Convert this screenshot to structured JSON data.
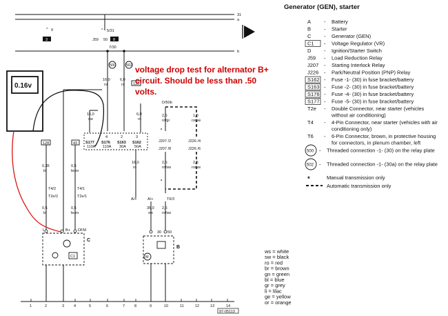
{
  "title": "Generator (GEN), starter",
  "annotation": [
    "voltage drop test for alternator B+",
    "circuit. Should be less than .50",
    "volts."
  ],
  "meter": {
    "reading": "0.16v"
  },
  "colors": {
    "annotation": "#cc0000",
    "ink": "#111111",
    "probe": "#dd1111"
  },
  "legend": [
    {
      "code": "A",
      "desc": [
        "Battery"
      ]
    },
    {
      "code": "B",
      "desc": [
        "Starter"
      ]
    },
    {
      "code": "C",
      "desc": [
        "Generator (GEN)"
      ]
    },
    {
      "code": "C1",
      "desc": [
        "Voltage Regulator (VR)"
      ],
      "boxed": true
    },
    {
      "code": "D",
      "desc": [
        "Ignition/Starter Switch"
      ]
    },
    {
      "code": "J59",
      "desc": [
        "Load Reduction Relay"
      ]
    },
    {
      "code": "J207",
      "desc": [
        "Starting Interlock Relay"
      ]
    },
    {
      "code": "J226",
      "desc": [
        "Park/Neutral Position (PNP) Relay"
      ]
    },
    {
      "code": "S162",
      "desc": [
        "Fuse -1- (30) in fuse bracket/battery"
      ],
      "boxed": true
    },
    {
      "code": "S163",
      "desc": [
        "Fuse -2- (30) in fuse bracket/battery"
      ],
      "boxed": true
    },
    {
      "code": "S176",
      "desc": [
        "Fuse -4- (30) in fuse bracket/battery"
      ],
      "boxed": true
    },
    {
      "code": "S177",
      "desc": [
        "Fuse -5- (30) in fuse bracket/battery"
      ],
      "boxed": true
    },
    {
      "code": "T2e",
      "desc": [
        "Double Connector, near starter (vehicles",
        "without air conditioning)"
      ]
    },
    {
      "code": "T4",
      "desc": [
        "4-Pin Connector, near starter (vehicles with air",
        "conditioning only)"
      ]
    },
    {
      "code": "T6",
      "desc": [
        "6-Pin Connector, brown, in protective housing",
        "for connectors, in plenum chamber, left"
      ]
    }
  ],
  "legend_circles": [
    {
      "code": "500",
      "desc": "Threaded connection -1- (30) on the relay plate"
    },
    {
      "code": "502",
      "desc": "Threaded connection -1- (30a) on the relay plate"
    }
  ],
  "legend_lines": [
    {
      "symbol": "*",
      "desc": "Manual transmission only"
    },
    {
      "symbol": "- - -",
      "desc": "Automatic transmission only"
    }
  ],
  "wire_colors": [
    "ws = white",
    "sw = black",
    "ro = red",
    "br = brown",
    "gn = green",
    "bl = blue",
    "gr = grey",
    "li = lilac",
    "ge = yellow",
    "or = orange"
  ],
  "bus_labels": [
    "31",
    "a",
    "b"
  ],
  "ground_numbers": [
    "1",
    "2",
    "3",
    "4",
    "5",
    "6",
    "7",
    "8",
    "9",
    "10",
    "11",
    "12",
    "13",
    "14"
  ],
  "doc_number": "97-05113",
  "labels": {
    "term_9": "9",
    "term_5_31": "5/31",
    "j59": "J59",
    "j59_term": "50",
    "box_3": "3",
    "box_8": "8",
    "term_7_30": "7/30",
    "c500": "500",
    "c502": "502",
    "w16_ro": [
      "16,0",
      "ro"
    ],
    "w60_ro": [
      "6,0",
      "ro"
    ],
    "w16_sw": [
      "16,0",
      "sw"
    ],
    "w60_ro2": [
      "6,0",
      "ro"
    ],
    "fuse_nums": [
      "4",
      "2",
      "3"
    ],
    "fuses": [
      [
        "S177",
        "110A"
      ],
      [
        "S176",
        "110A"
      ],
      [
        "S163",
        "30A"
      ],
      [
        "S162",
        "50A"
      ]
    ],
    "tag_130": "130",
    "tag_128": "128",
    "tag_43": "43",
    "w16_ro3": [
      "16,0",
      "ro"
    ],
    "w035_bl": [
      "0,35",
      "bl"
    ],
    "w05_brro": [
      "0,5",
      "br/ro"
    ],
    "d_50b": "D/50b",
    "w25_ro_gr": [
      "2,5",
      "ro/gr"
    ],
    "w10_ro_sw": [
      "1,0",
      "ro/sw"
    ],
    "j207_2": "J207 /2",
    "j207_8": "J207 /8",
    "j226_4": "J226 /4",
    "j226_6": "J226 /6",
    "w25_ro_sw2": [
      "2,5",
      "ro/sw"
    ],
    "w25_ro_sw3": [
      "2,5",
      "ro/sw"
    ],
    "t4_2": "T4/2",
    "t2e_2": "T2e/2",
    "t4_1": "T4/1",
    "t2e_1": "T2e/1",
    "a_plus1": "A/+",
    "a_plus2": "A/+",
    "t6_3": "T6/3",
    "w05_bl": [
      "0,5",
      "bl"
    ],
    "w05_brro2": [
      "0,5",
      "br/ro"
    ],
    "w35_sw": [
      "35,0",
      "sw"
    ],
    "w25_ro_sw4": [
      "2,5",
      "ro/sw"
    ],
    "gen_L": "L",
    "gen_Bplus": "B+",
    "gen_DFM": "DFM",
    "gen_C": "C",
    "gen_C1": "C1",
    "st_30": "30",
    "st_50": "50",
    "st_B": "B",
    "st_M": "M"
  }
}
